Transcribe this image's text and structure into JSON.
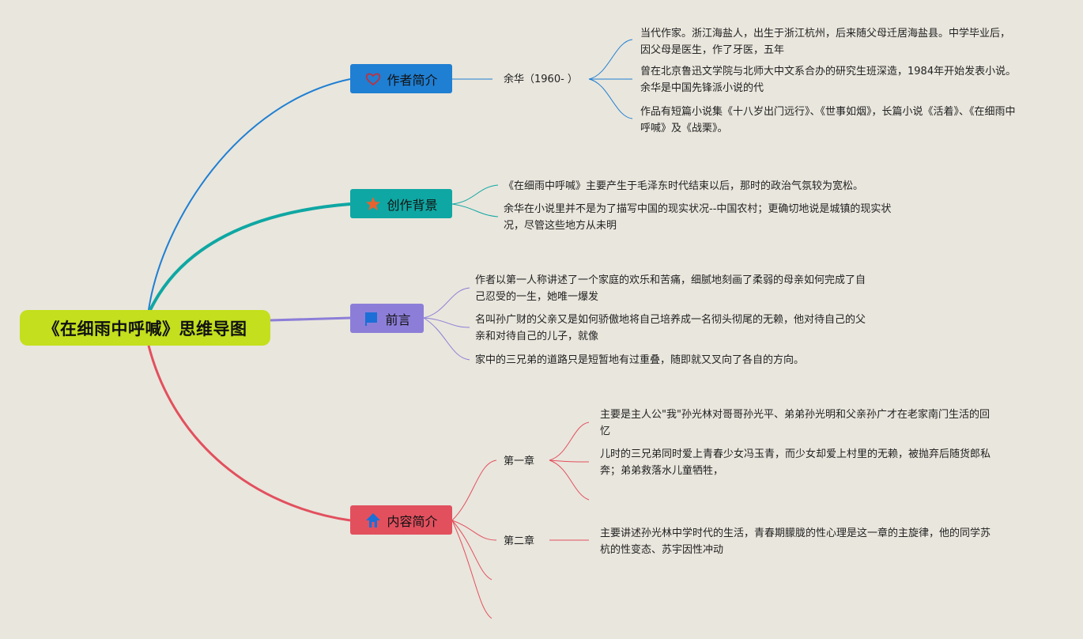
{
  "root": {
    "title": "《在细雨中呼喊》思维导图"
  },
  "topics": [
    {
      "label": "作者简介",
      "icon": "heart-icon",
      "color": "#1f7fd3",
      "subtopic": "余华（1960- ）",
      "notes": [
        "当代作家。浙江海盐人，出生于浙江杭州，后来随父母迁居海盐县。中学毕业后，因父母是医生，作了牙医，五年",
        "曾在北京鲁迅文学院与北师大中文系合办的研究生班深造，1984年开始发表小说。余华是中国先锋派小说的代",
        "作品有短篇小说集《十八岁出门远行》、《世事如烟》，长篇小说《活着》、《在细雨中呼喊》及《战栗》。"
      ]
    },
    {
      "label": "创作背景",
      "icon": "star-icon",
      "color": "#0fa7a3",
      "notes": [
        "《在细雨中呼喊》主要产生于毛泽东时代结束以后，那时的政治气氛较为宽松。",
        "余华在小说里并不是为了描写中国的现实状况--中国农村；更确切地说是城镇的现实状况，尽管这些地方从未明"
      ]
    },
    {
      "label": "前言",
      "icon": "flag-icon",
      "color": "#8c7ed8",
      "notes": [
        "作者以第一人称讲述了一个家庭的欢乐和苦痛，细腻地刻画了柔弱的母亲如何完成了自己忍受的一生，她唯一爆发",
        "名叫孙广财的父亲又是如何骄傲地将自己培养成一名彻头彻尾的无赖，他对待自己的父亲和对待自己的儿子，就像",
        "家中的三兄弟的道路只是短暂地有过重叠，随即就又叉向了各自的方向。"
      ]
    },
    {
      "label": "内容简介",
      "icon": "home-icon",
      "color": "#e2505e",
      "chapters": [
        {
          "label": "第一章",
          "notes": [
            "主要是主人公\"我\"孙光林对哥哥孙光平、弟弟孙光明和父亲孙广才在老家南门生活的回忆",
            "儿时的三兄弟同时爱上青春少女冯玉青，而少女却爱上村里的无赖，被抛弃后随货郎私奔；弟弟救落水儿童牺牲，"
          ]
        },
        {
          "label": "第二章",
          "notes": [
            "主要讲述孙光林中学时代的生活，青春期朦胧的性心理是这一章的主旋律，他的同学苏杭的性变态、苏宇因性冲动"
          ]
        }
      ]
    }
  ]
}
